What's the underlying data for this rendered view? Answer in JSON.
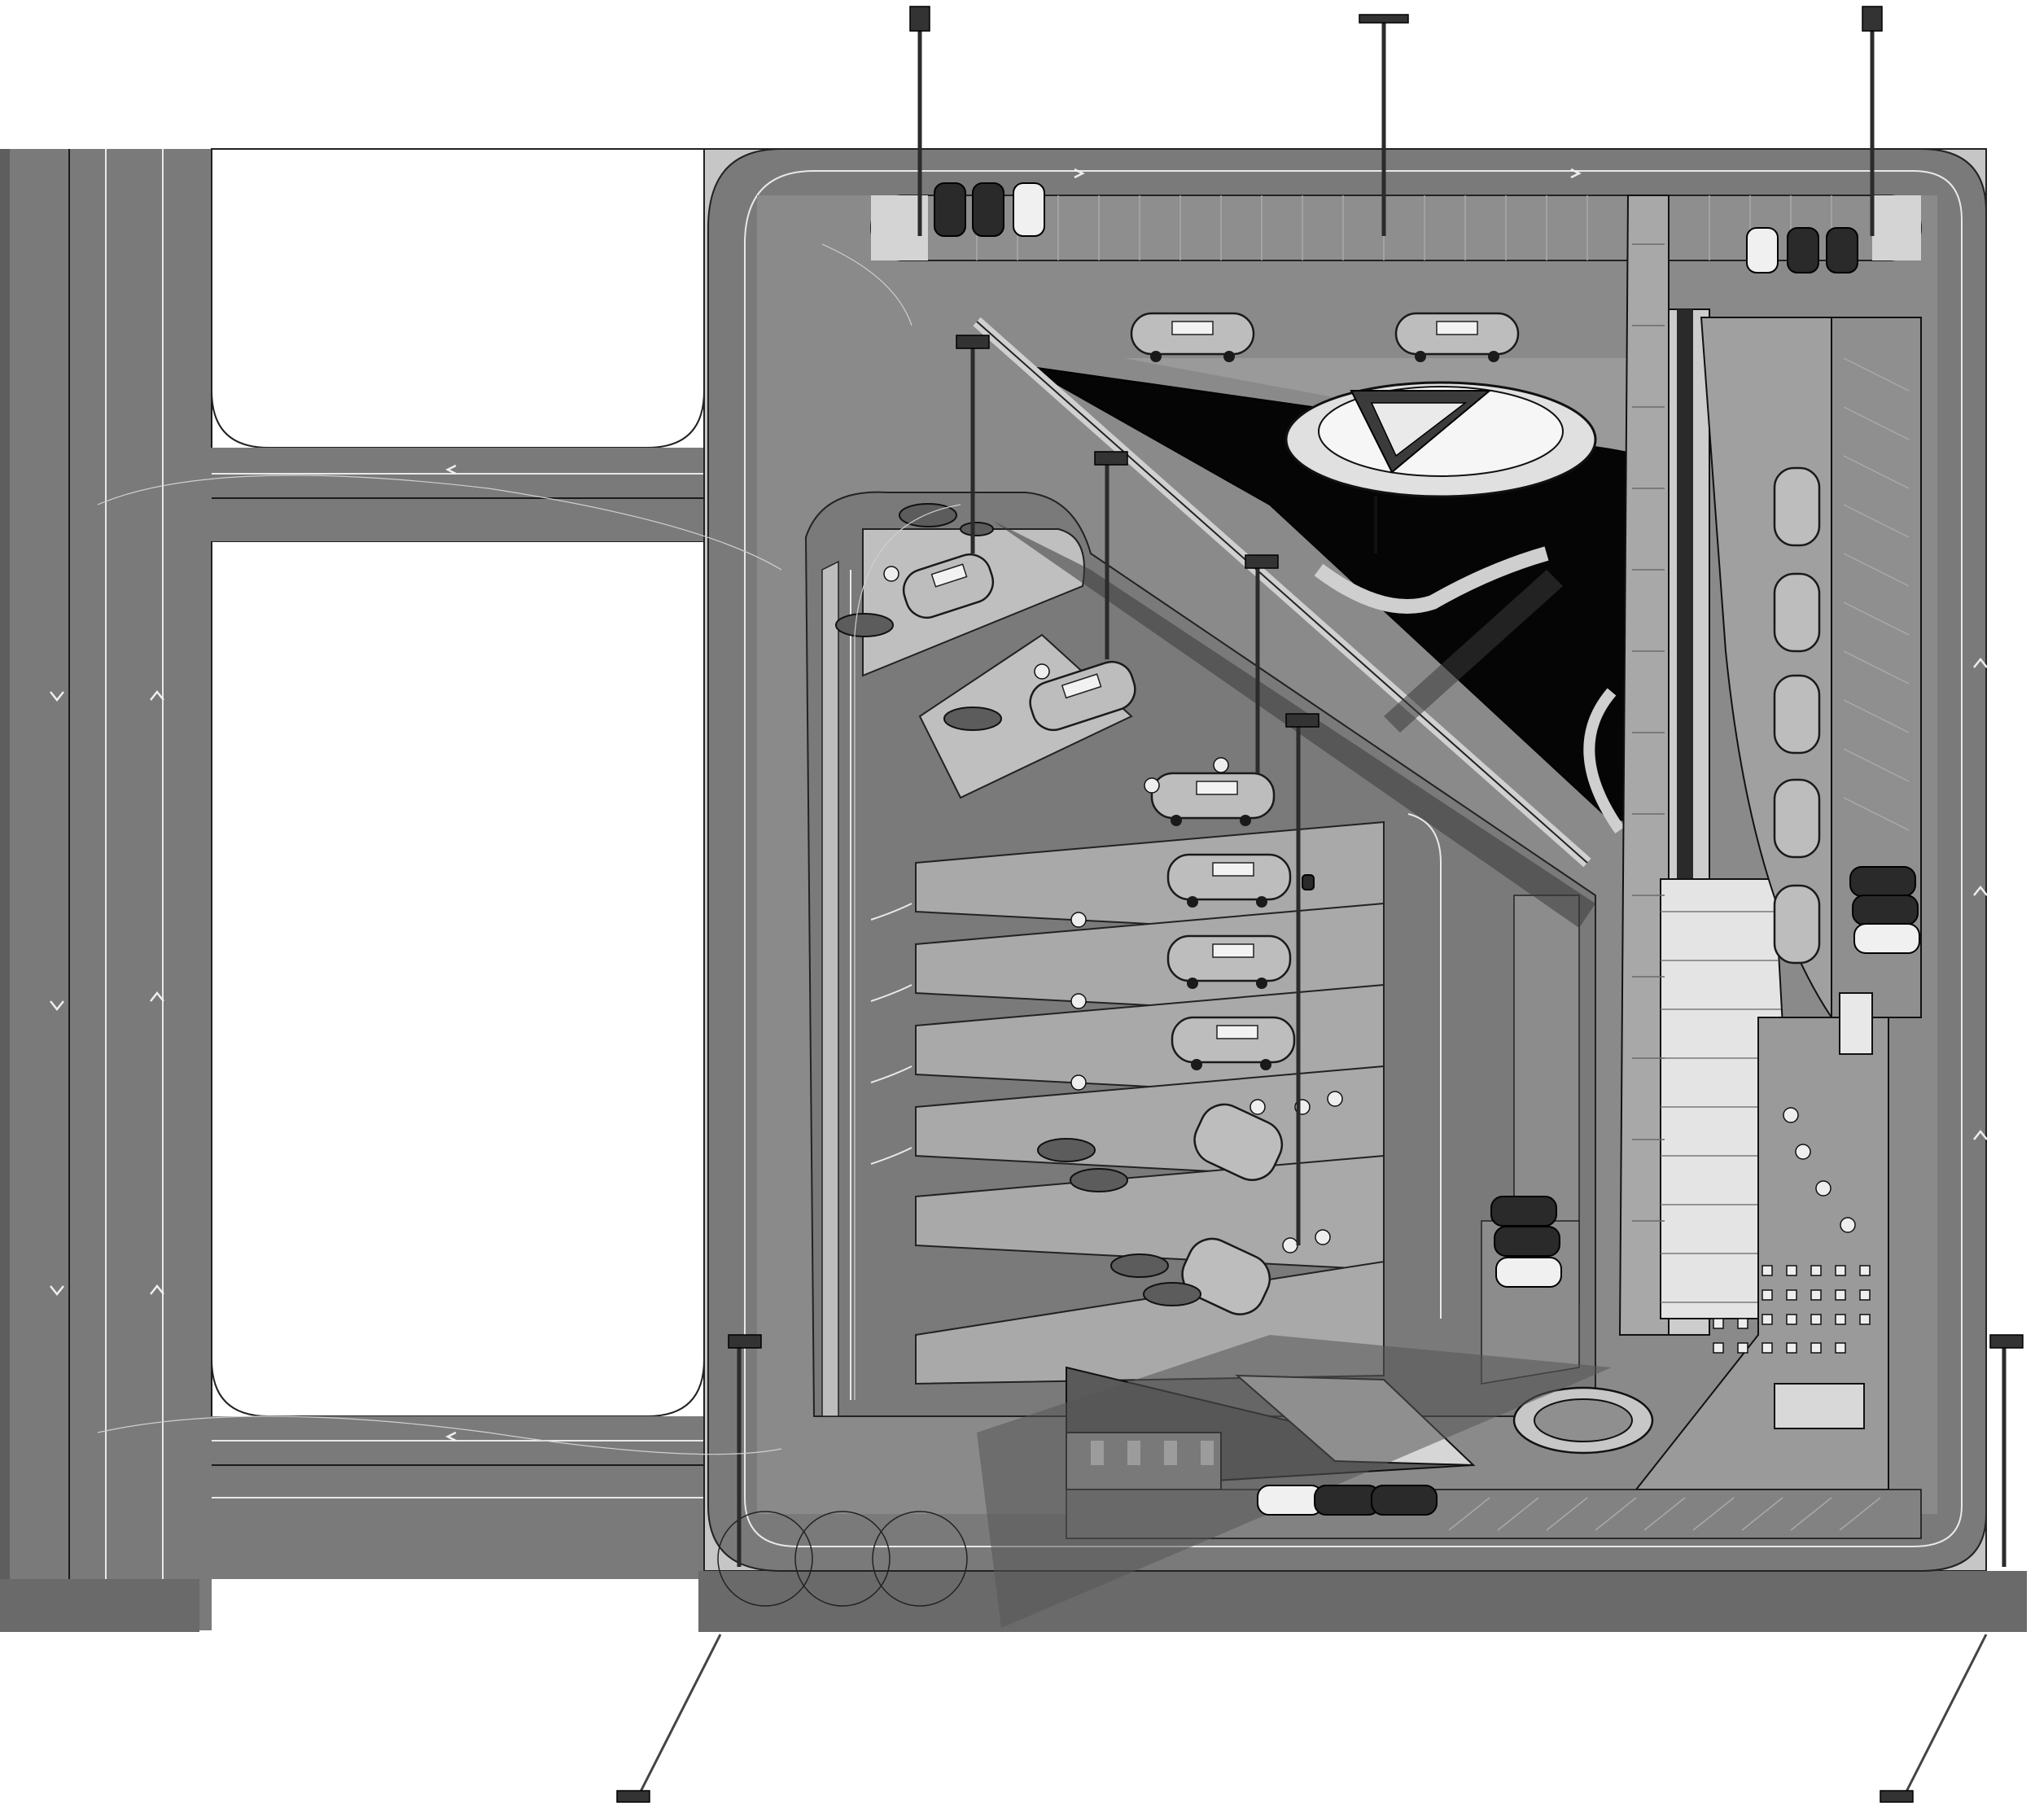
{
  "drawing": {
    "palette": {
      "background": "#ffffff",
      "road": "#7a7a7a",
      "road_dark": "#6e6e6e",
      "sidewalk": "#c4c4c4",
      "plaza": "#9a9a9a",
      "building_black": "#050505",
      "facade": "#b8b8b8",
      "marking": "#e8e8e8",
      "trailer": "#bdbdbd"
    },
    "elements": {
      "street_lamps": 12,
      "food_trailers": 14,
      "parked_cars": 16,
      "patio_umbrellas": 8
    }
  }
}
